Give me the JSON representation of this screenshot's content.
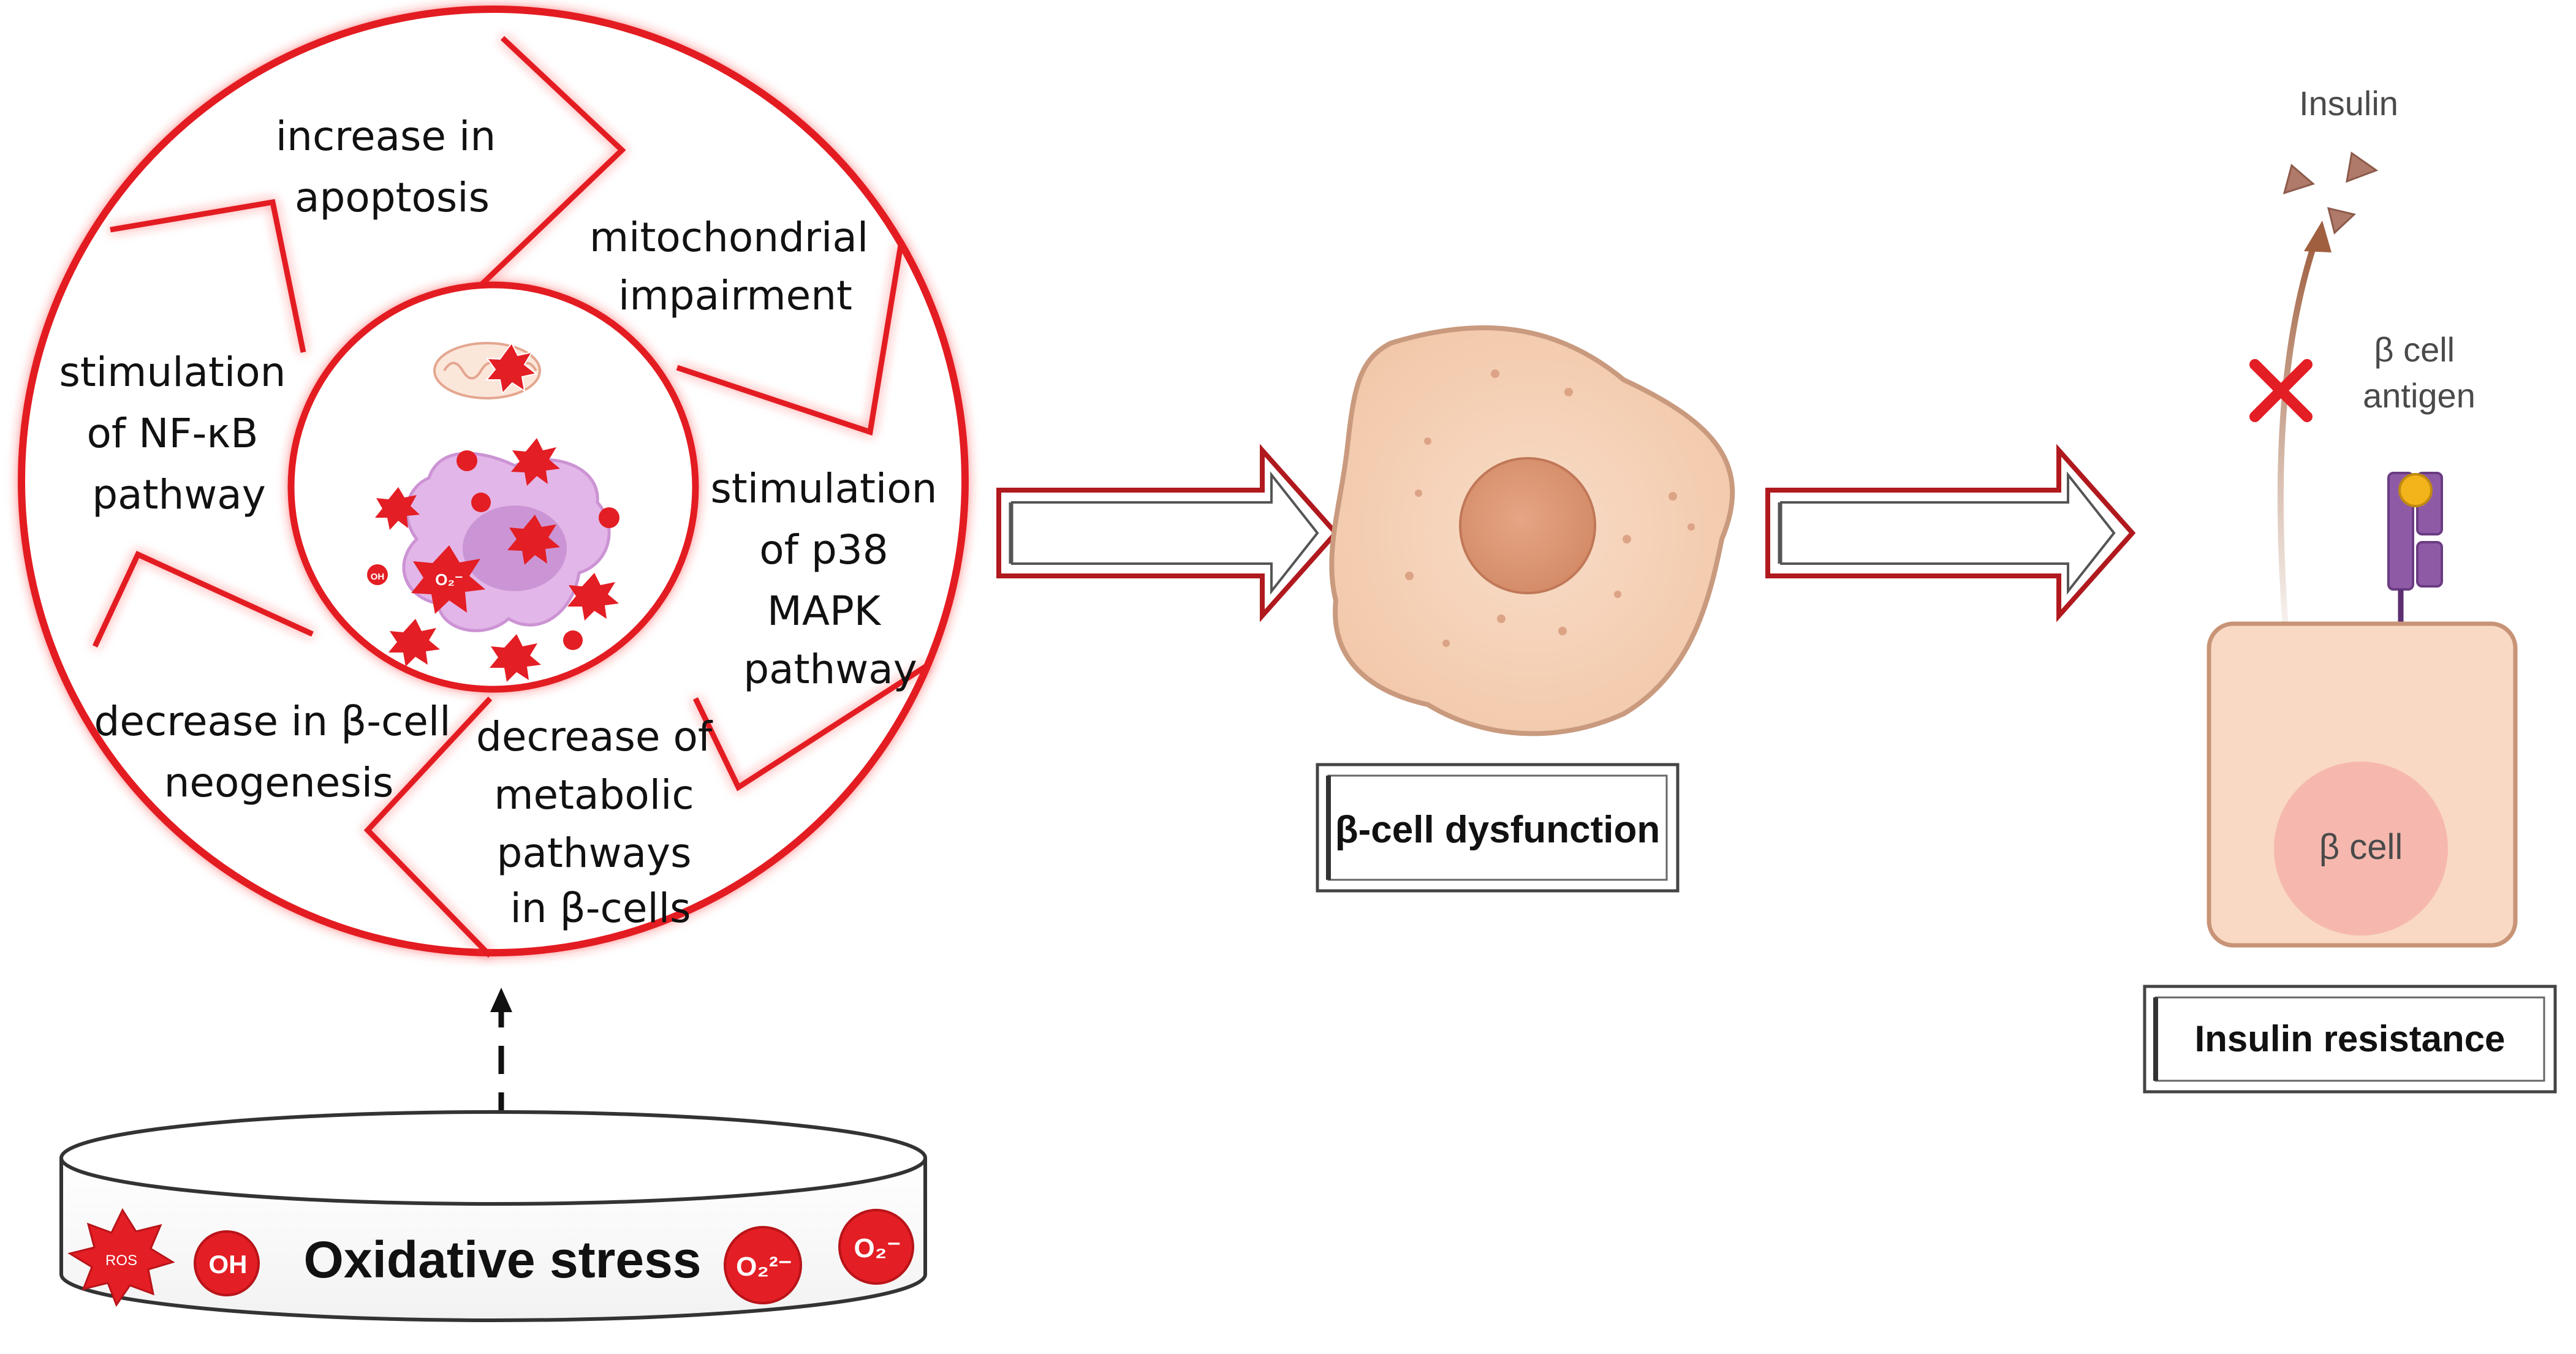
{
  "circle_segments": {
    "apoptosis": [
      "increase in",
      "apoptosis"
    ],
    "mitochondrial": [
      "mitochondrial",
      "impairment"
    ],
    "nfkb": [
      "stimulation",
      "of NF-κB",
      "pathway"
    ],
    "p38": [
      "stimulation",
      "of p38",
      "MAPK",
      "pathway"
    ],
    "neogenesis": [
      "decrease in β-cell",
      "neogenesis"
    ],
    "metabolic": [
      "decrease of",
      "metabolic",
      "pathways",
      "in β-cells"
    ]
  },
  "inner_radicals": {
    "superoxide": "O₂⁻",
    "hydroxyl": "OH"
  },
  "oxidative_stress": {
    "label": "Oxidative stress",
    "ros": "ROS",
    "hydroxyl": "OH",
    "peroxide": "O₂²⁻",
    "superoxide": "O₂⁻"
  },
  "beta_cell_dysfunction": {
    "label": "β-cell dysfunction"
  },
  "insulin_panel": {
    "insulin": "Insulin",
    "antigen": [
      "β cell",
      "antigen"
    ],
    "cell": "β cell",
    "resistance": "Insulin resistance"
  },
  "colors": {
    "red": "#e31e24",
    "dark_red": "#c0262c",
    "cell_fill": "#f6d2b8",
    "nucleus": "#e09a78",
    "purple": "#8a5aa0",
    "gold": "#f3b31b",
    "brown": "#b07a5a"
  }
}
